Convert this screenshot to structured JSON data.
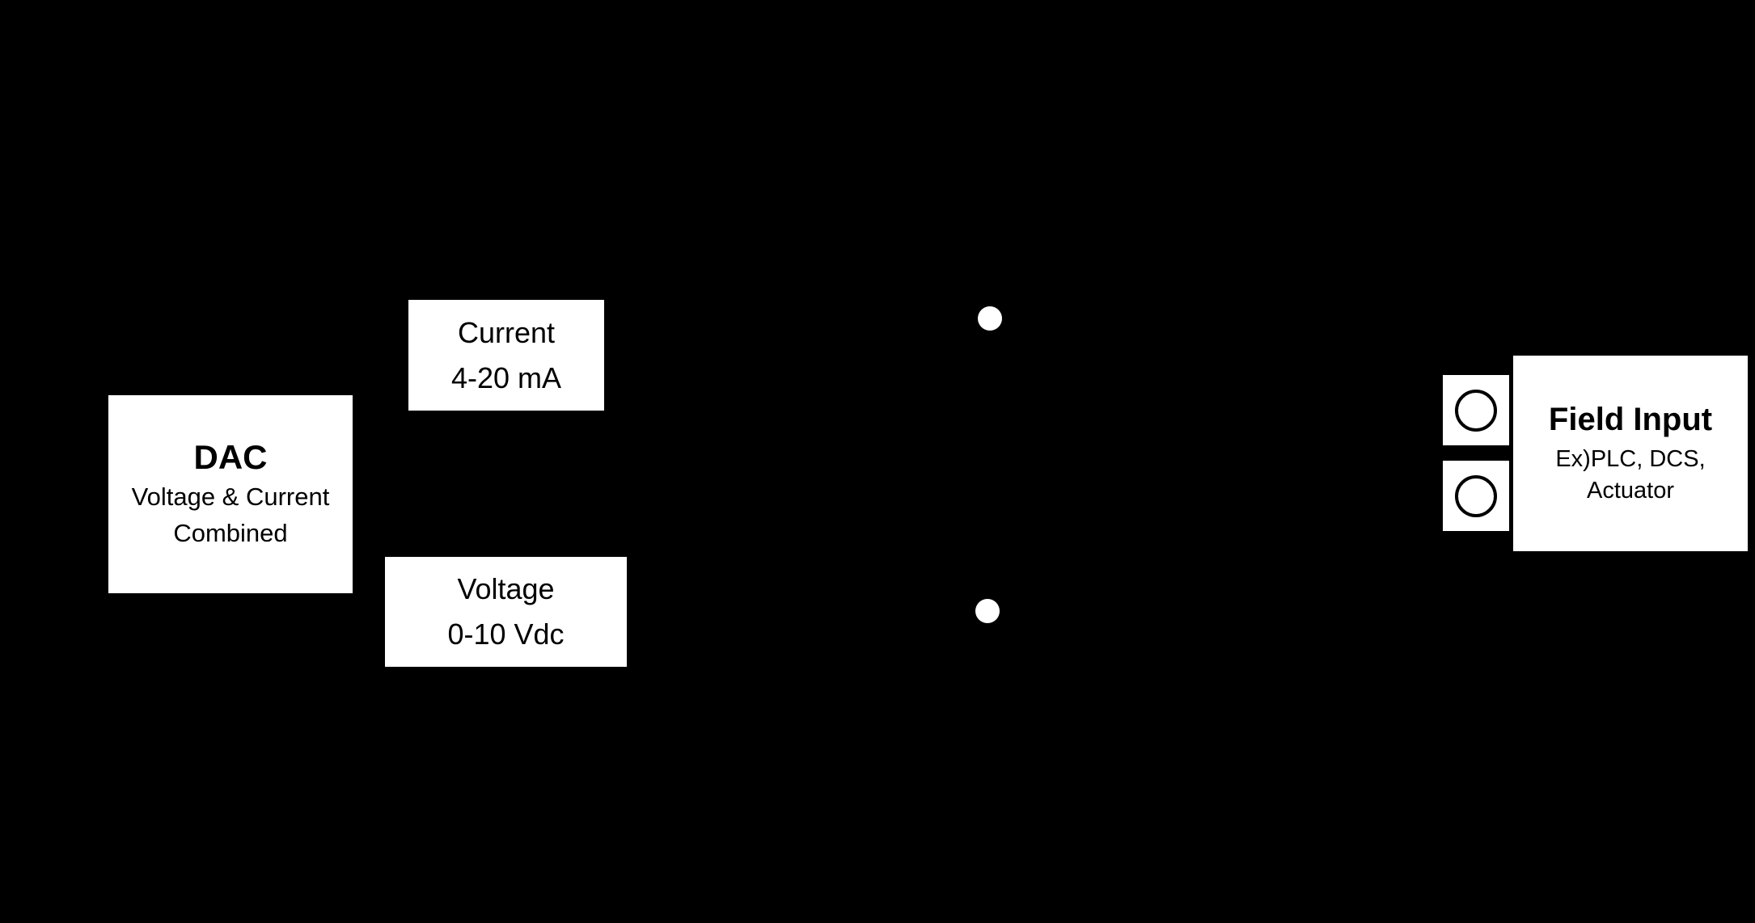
{
  "canvas": {
    "background_color": "#000000",
    "box_background_color": "#ffffff",
    "box_text_color": "#000000"
  },
  "dac": {
    "title": "DAC",
    "subtitle_line1": "Voltage & Current",
    "subtitle_line2": "Combined"
  },
  "current_output": {
    "label": "Current",
    "range": "4-20 mA"
  },
  "voltage_output": {
    "label": "Voltage",
    "range": "0-10 Vdc"
  },
  "field_input": {
    "title": "Field Input",
    "subtitle_line1": "Ex)PLC, DCS,",
    "subtitle_line2": "Actuator"
  }
}
